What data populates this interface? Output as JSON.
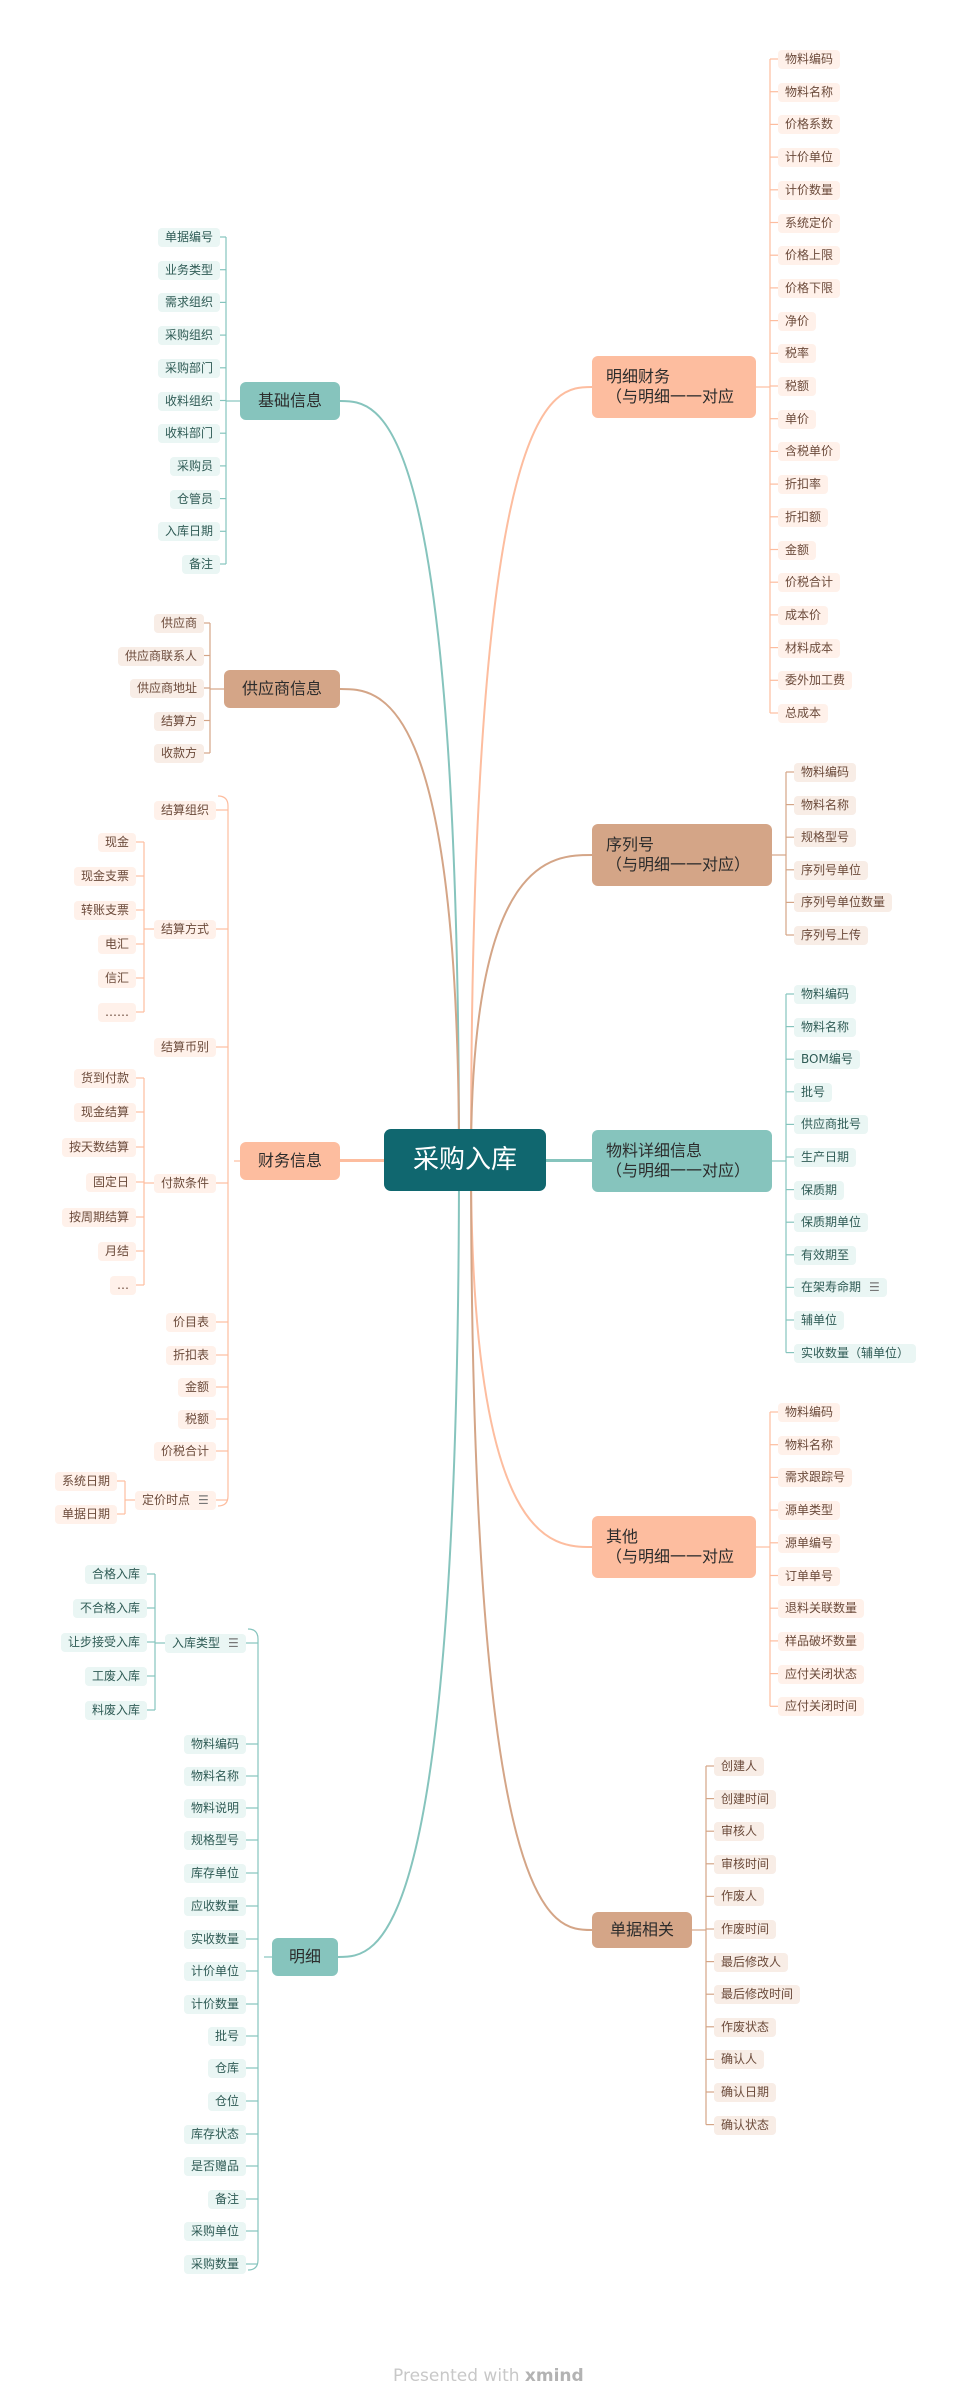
{
  "title": "采购入库",
  "colors": {
    "central": "#10676f",
    "teal": "#86c4bd",
    "tan": "#d4a587",
    "peach": "#fdbd9f"
  },
  "topics": [
    {
      "id": "jichu",
      "lines": [
        "基础信息"
      ],
      "color": "teal",
      "leaves": [
        "单据编号",
        "业务类型",
        "需求组织",
        "采购组织",
        "采购部门",
        "收料组织",
        "收料部门",
        "采购员",
        "仓管员",
        "入库日期",
        "备注"
      ]
    },
    {
      "id": "gys",
      "lines": [
        "供应商信息"
      ],
      "color": "tan",
      "leaves": [
        "供应商",
        "供应商联系人",
        "供应商地址",
        "结算方",
        "收款方"
      ]
    },
    {
      "id": "caiwu",
      "lines": [
        "财务信息"
      ],
      "color": "peach",
      "leaves": [
        {
          "label": "结算组织"
        },
        {
          "label": "结算方式",
          "children": [
            "现金",
            "现金支票",
            "转账支票",
            "电汇",
            "信汇",
            "……"
          ]
        },
        {
          "label": "结算币别"
        },
        {
          "label": "付款条件",
          "children": [
            "货到付款",
            "现金结算",
            "按天数结算",
            "固定日",
            "按周期结算",
            "月结",
            "…"
          ]
        },
        {
          "label": "价目表"
        },
        {
          "label": "折扣表"
        },
        {
          "label": "金额"
        },
        {
          "label": "税额"
        },
        {
          "label": "价税合计"
        },
        {
          "label": "定价时点",
          "note": true,
          "children": [
            "系统日期",
            "单据日期"
          ]
        }
      ]
    },
    {
      "id": "mingxi",
      "lines": [
        "明细"
      ],
      "color": "teal",
      "leaves": [
        {
          "label": "入库类型",
          "note": true,
          "children": [
            "合格入库",
            "不合格入库",
            "让步接受入库",
            "工废入库",
            "料废入库"
          ]
        },
        {
          "label": "物料编码"
        },
        {
          "label": "物料名称"
        },
        {
          "label": "物料说明"
        },
        {
          "label": "规格型号"
        },
        {
          "label": "库存单位"
        },
        {
          "label": "应收数量"
        },
        {
          "label": "实收数量"
        },
        {
          "label": "计价单位"
        },
        {
          "label": "计价数量"
        },
        {
          "label": "批号"
        },
        {
          "label": "仓库"
        },
        {
          "label": "仓位"
        },
        {
          "label": "库存状态"
        },
        {
          "label": "是否赠品"
        },
        {
          "label": "备注"
        },
        {
          "label": "采购单位"
        },
        {
          "label": "采购数量"
        }
      ]
    },
    {
      "id": "mxcw",
      "lines": [
        "明细财务",
        "（与明细一一对应"
      ],
      "color": "peach",
      "leaves": [
        "物料编码",
        "物料名称",
        "价格系数",
        "计价单位",
        "计价数量",
        "系统定价",
        "价格上限",
        "价格下限",
        "净价",
        "税率",
        "税额",
        "单价",
        "含税单价",
        "折扣率",
        "折扣额",
        "金额",
        "价税合计",
        "成本价",
        "材料成本",
        "委外加工费",
        "总成本"
      ]
    },
    {
      "id": "xlh",
      "lines": [
        "序列号",
        "（与明细一一对应）"
      ],
      "color": "tan",
      "leaves": [
        "物料编码",
        "物料名称",
        "规格型号",
        "序列号单位",
        "序列号单位数量",
        "序列号上传"
      ]
    },
    {
      "id": "wlxx",
      "lines": [
        "物料详细信息",
        "（与明细一一对应）"
      ],
      "color": "teal",
      "leaves": [
        "物料编码",
        "物料名称",
        "BOM编号",
        "批号",
        "供应商批号",
        "生产日期",
        "保质期",
        "保质期单位",
        "有效期至",
        "在架寿命期",
        "辅单位",
        "实收数量（辅单位）"
      ],
      "note_leaf": "在架寿命期"
    },
    {
      "id": "qita",
      "lines": [
        "其他",
        "（与明细一一对应"
      ],
      "color": "peach",
      "leaves": [
        "物料编码",
        "物料名称",
        "需求跟踪号",
        "源单类型",
        "源单编号",
        "订单单号",
        "退料关联数量",
        "样品破坏数量",
        "应付关闭状态",
        "应付关闭时间"
      ]
    },
    {
      "id": "djxg",
      "lines": [
        "单据相关"
      ],
      "color": "tan",
      "leaves": [
        "创建人",
        "创建时间",
        "审核人",
        "审核时间",
        "作废人",
        "作废时间",
        "最后修改人",
        "最后修改时间",
        "作废状态",
        "确认人",
        "确认日期",
        "确认状态"
      ]
    }
  ],
  "footer": {
    "prefix": "Presented with",
    "brand": "xmind"
  }
}
